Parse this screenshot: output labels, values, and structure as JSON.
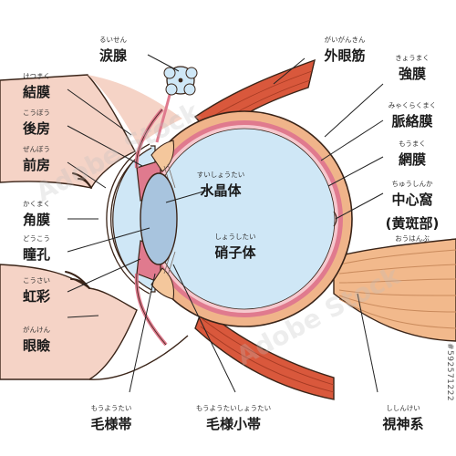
{
  "labels": {
    "lacrimal_gland": {
      "main": "涙腺",
      "ruby": "るいせん"
    },
    "conjunctiva": {
      "main": "結膜",
      "ruby": "けつまく"
    },
    "posterior_chamber": {
      "main": "後房",
      "ruby": "こうぼう"
    },
    "anterior_chamber": {
      "main": "前房",
      "ruby": "ぜんぼう"
    },
    "cornea": {
      "main": "角膜",
      "ruby": "かくまく"
    },
    "pupil": {
      "main": "瞳孔",
      "ruby": "どうこう"
    },
    "iris": {
      "main": "虹彩",
      "ruby": "こうさい"
    },
    "eyelid": {
      "main": "眼瞼",
      "ruby": "がんけん"
    },
    "ciliary_body": {
      "main": "毛様帯",
      "ruby": "もうようたい"
    },
    "zonule": {
      "main": "毛様小帯",
      "ruby": "もうようたいしょうたい"
    },
    "lens": {
      "main": "水晶体",
      "ruby": "すいしょうたい"
    },
    "vitreous": {
      "main": "硝子体",
      "ruby": "しょうしたい"
    },
    "extraocular": {
      "main": "外眼筋",
      "ruby": "がいがんきん"
    },
    "sclera": {
      "main": "強膜",
      "ruby": "きょうまく"
    },
    "choroid": {
      "main": "脈絡膜",
      "ruby": "みゃくらくまく"
    },
    "retina": {
      "main": "網膜",
      "ruby": "もうまく"
    },
    "fovea": {
      "main": "中心窩",
      "ruby": "ちゅうしんか"
    },
    "macula": {
      "main": "(黄斑部)",
      "ruby": "おうはんぶ"
    },
    "optic_nerve": {
      "main": "視神系",
      "ruby": "ししんけい"
    }
  },
  "watermark": "Adobe Stock",
  "stock_id": "#592571222",
  "colors": {
    "outline": "#3a2418",
    "sclera": "#f0b48a",
    "choroid": "#e07a8e",
    "vitreous": "#cfe7f6",
    "lens": "#a8c4de",
    "skin": "#f5d3c6",
    "muscle": "#d9583c",
    "cornea": "#ffffff"
  }
}
